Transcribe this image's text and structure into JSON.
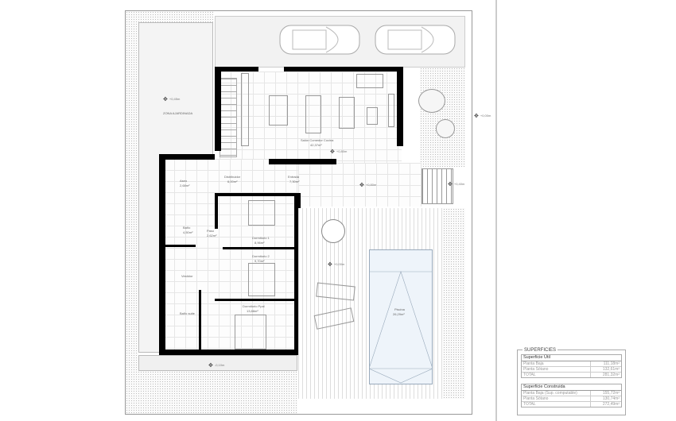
{
  "drawing": {
    "type": "floor-plan",
    "levels": [
      "+0,45m",
      "+0,00m",
      "+0,80m",
      "+0,80m",
      "+0,40m",
      "+0,00m",
      "+0,00m",
      "-0,10m",
      "+0,00m",
      "+0,00m"
    ],
    "level_tags": {
      "garden_left": "+0,45m",
      "outer_right": "+0,00m",
      "living": "+0,80m",
      "terrace": "+0,80m",
      "entry_steps": "+0,40m",
      "pool_deck": "+0,00m",
      "bottom_path": "-0,10m"
    }
  },
  "rooms": {
    "garden_zone": {
      "name": "ZONA AJARDINADA",
      "area": ""
    },
    "living": {
      "name": "Salón Comedor Cocina",
      "area": "42,37m²"
    },
    "distributor": {
      "name": "Distribuidor",
      "area": "6,00m²"
    },
    "entrance": {
      "name": "Entrada",
      "area": "7,30m²"
    },
    "aseo": {
      "name": "Aseo",
      "area": "2,68m²"
    },
    "bano": {
      "name": "Baño",
      "area": "4,50m²"
    },
    "paso": {
      "name": "Paso",
      "area": "2,62m²"
    },
    "dorm1": {
      "name": "Dormitorio 1",
      "area": "8,96m²"
    },
    "dorm2": {
      "name": "Dormitorio 2",
      "area": "9,70m²"
    },
    "dorm_ppal": {
      "name": "Dormitorio Ppal",
      "area": "13,88m²"
    },
    "vestidor": {
      "name": "Vestidor",
      "area": ""
    },
    "bano_suite": {
      "name": "Baño suite",
      "area": ""
    },
    "pool": {
      "name": "Piscina",
      "area": "26,29m²"
    }
  },
  "surfaces": {
    "title": "SUPERFICIES",
    "useful": {
      "heading": "Superficie Útil",
      "rows": [
        {
          "label": "Planta Baja",
          "value": "111,18m²"
        },
        {
          "label": "Planta Sótano",
          "value": "132,61m²"
        },
        {
          "label": "TOTAL",
          "value": "281,32m²"
        }
      ]
    },
    "built": {
      "heading": "Superficie Construida",
      "rows": [
        {
          "label": "Planta Baja (Sup. computable)",
          "value": "155,72m²"
        },
        {
          "label": "Planta Sótano",
          "value": "130,74m²"
        },
        {
          "label": "TOTAL",
          "value": "272,49m²"
        }
      ]
    }
  }
}
